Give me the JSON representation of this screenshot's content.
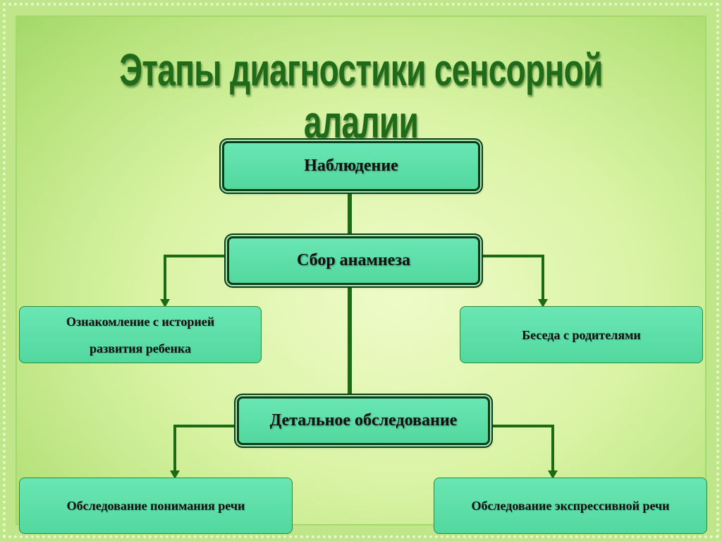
{
  "title": "Этапы диагностики сенсорной алалии",
  "boxes": {
    "observation": "Наблюдение",
    "anamnesis": "Сбор анамнеза",
    "history": "Ознакомление с историей развития ребенка",
    "parents": "Беседа с родителями",
    "detailed": "Детальное обследование",
    "understanding": "Обследование понимания речи",
    "expressive": "Обследование экспрессивной речи"
  },
  "colors": {
    "box": "#5de0a8",
    "line": "#1b6b14",
    "title": "#1f6b1a"
  }
}
